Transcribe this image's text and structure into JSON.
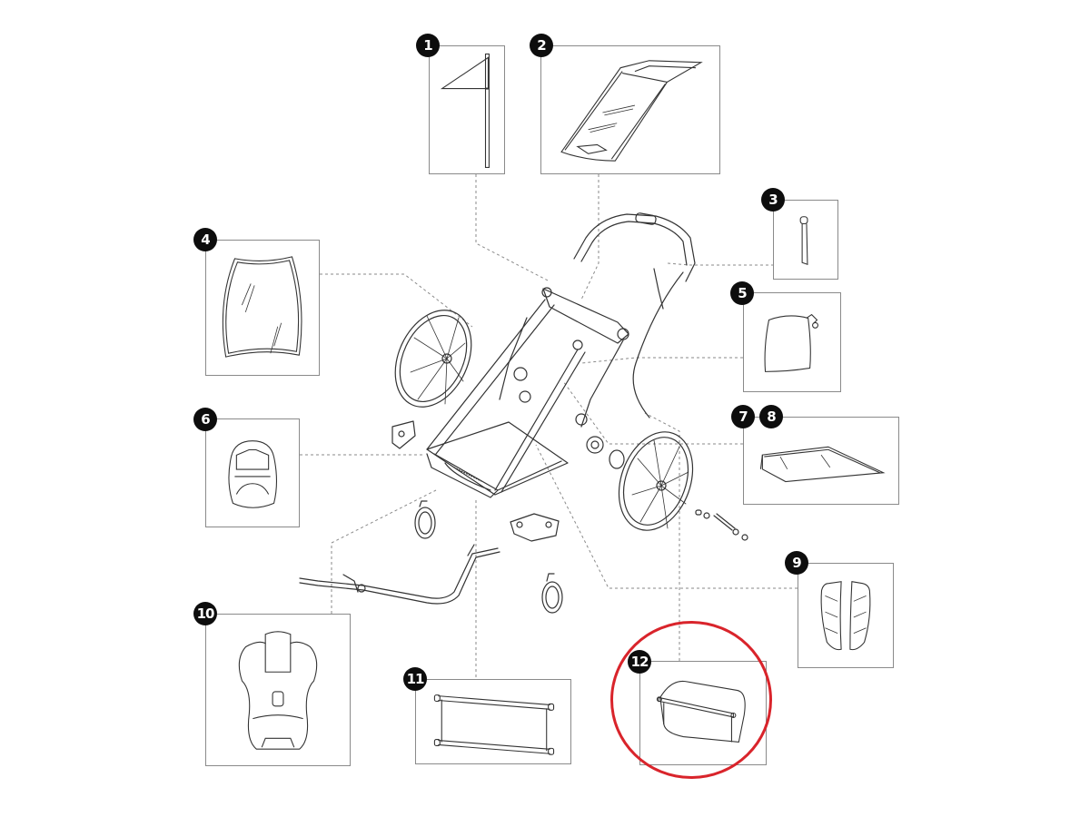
{
  "diagram": {
    "type": "exploded-parts-diagram",
    "subject": "jogging stroller / bike trailer chassis",
    "highlight_color": "#d9242b",
    "badge_color": "#0d0d0d",
    "line_color": "#333333",
    "box_border_color": "#8a8a8a",
    "leader_line_style": "dashed"
  },
  "parts": [
    {
      "id": "1",
      "label": "1",
      "name": "safety-flag"
    },
    {
      "id": "2",
      "label": "2",
      "name": "sun-canopy"
    },
    {
      "id": "3",
      "label": "3",
      "name": "wrist-strap"
    },
    {
      "id": "4",
      "label": "4",
      "name": "rain-cover"
    },
    {
      "id": "5",
      "label": "5",
      "name": "storage-bag"
    },
    {
      "id": "6",
      "label": "6",
      "name": "seat-padding"
    },
    {
      "id": "7",
      "label": "7",
      "name": "footrest-part-a"
    },
    {
      "id": "8",
      "label": "8",
      "name": "footrest-part-b"
    },
    {
      "id": "9",
      "label": "9",
      "name": "side-pads"
    },
    {
      "id": "10",
      "label": "10",
      "name": "infant-seat-insert"
    },
    {
      "id": "11",
      "label": "11",
      "name": "cargo-net-rods"
    },
    {
      "id": "12",
      "label": "12",
      "name": "storage-basket",
      "highlighted": true
    }
  ]
}
